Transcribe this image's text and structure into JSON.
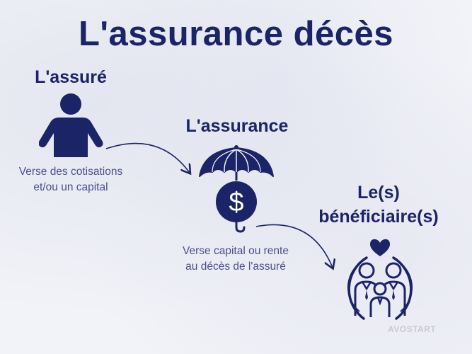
{
  "title": "L'assurance décès",
  "nodes": {
    "insured": {
      "label": "L'assuré",
      "caption_line1": "Verse des cotisations",
      "caption_line2": "et/ou un capital",
      "icon": "person-icon"
    },
    "insurer": {
      "label": "L'assurance",
      "caption_line1": "Verse capital ou rente",
      "caption_line2": "au décès de l'assuré",
      "icon": "umbrella-dollar-icon",
      "currency_symbol": "$"
    },
    "beneficiary": {
      "label_line1": "Le(s)",
      "label_line2": "bénéficiaire(s)",
      "icon": "family-heart-icon"
    }
  },
  "watermark": "AVOSTART",
  "colors": {
    "primary": "#1a2466",
    "caption": "#4a5088",
    "background": "#f2f3f8"
  }
}
